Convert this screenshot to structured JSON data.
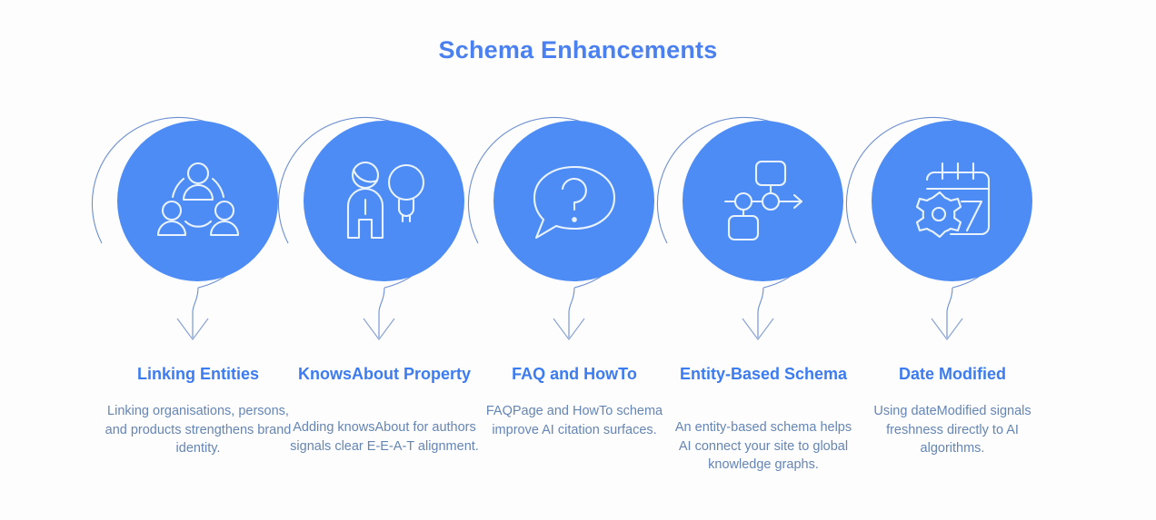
{
  "header": {
    "title": "Schema Enhancements"
  },
  "theme": {
    "background": "#fdfdfe",
    "title_color": "#4a80f0",
    "circle_fill": "#4d8bf5",
    "heading_color": "#3c7bf0",
    "body_color": "#6585b4",
    "ring_stroke": "#5b7fc4",
    "icon_stroke": "#e9f3ff"
  },
  "steps": [
    {
      "icon": "people-network-icon",
      "heading": "Linking Entities",
      "body": "Linking organisations, persons, and products strengthens brand identity."
    },
    {
      "icon": "person-lightbulb-icon",
      "heading": "KnowsAbout Property",
      "body": "Adding knowsAbout for authors signals clear E-E-A-T alignment."
    },
    {
      "icon": "question-speech-bubble-icon",
      "heading": "FAQ and HowTo",
      "body": "FAQPage and HowTo schema improve AI citation surfaces."
    },
    {
      "icon": "node-flowchart-icon",
      "heading": "Entity-Based Schema",
      "body": "An entity-based schema helps AI connect your site to global knowledge graphs."
    },
    {
      "icon": "calendar-gear-icon",
      "heading": "Date Modified",
      "body": "Using dateModified signals freshness directly to AI algorithms."
    }
  ]
}
